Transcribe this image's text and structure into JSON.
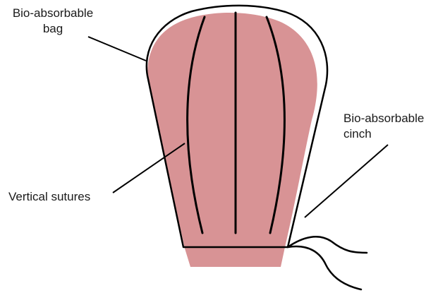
{
  "labels": {
    "bag_line1": "Bio-absorbable",
    "bag_line2": "bag",
    "cinch_line1": "Bio-absorbable",
    "cinch_line2": "cinch",
    "sutures": "Vertical sutures"
  },
  "colors": {
    "tissue_fill": "#d89395",
    "bag_outline": "#000000",
    "suture": "#000000",
    "leader_line": "#000000",
    "text": "#1a1a1a",
    "background": "#ffffff"
  }
}
